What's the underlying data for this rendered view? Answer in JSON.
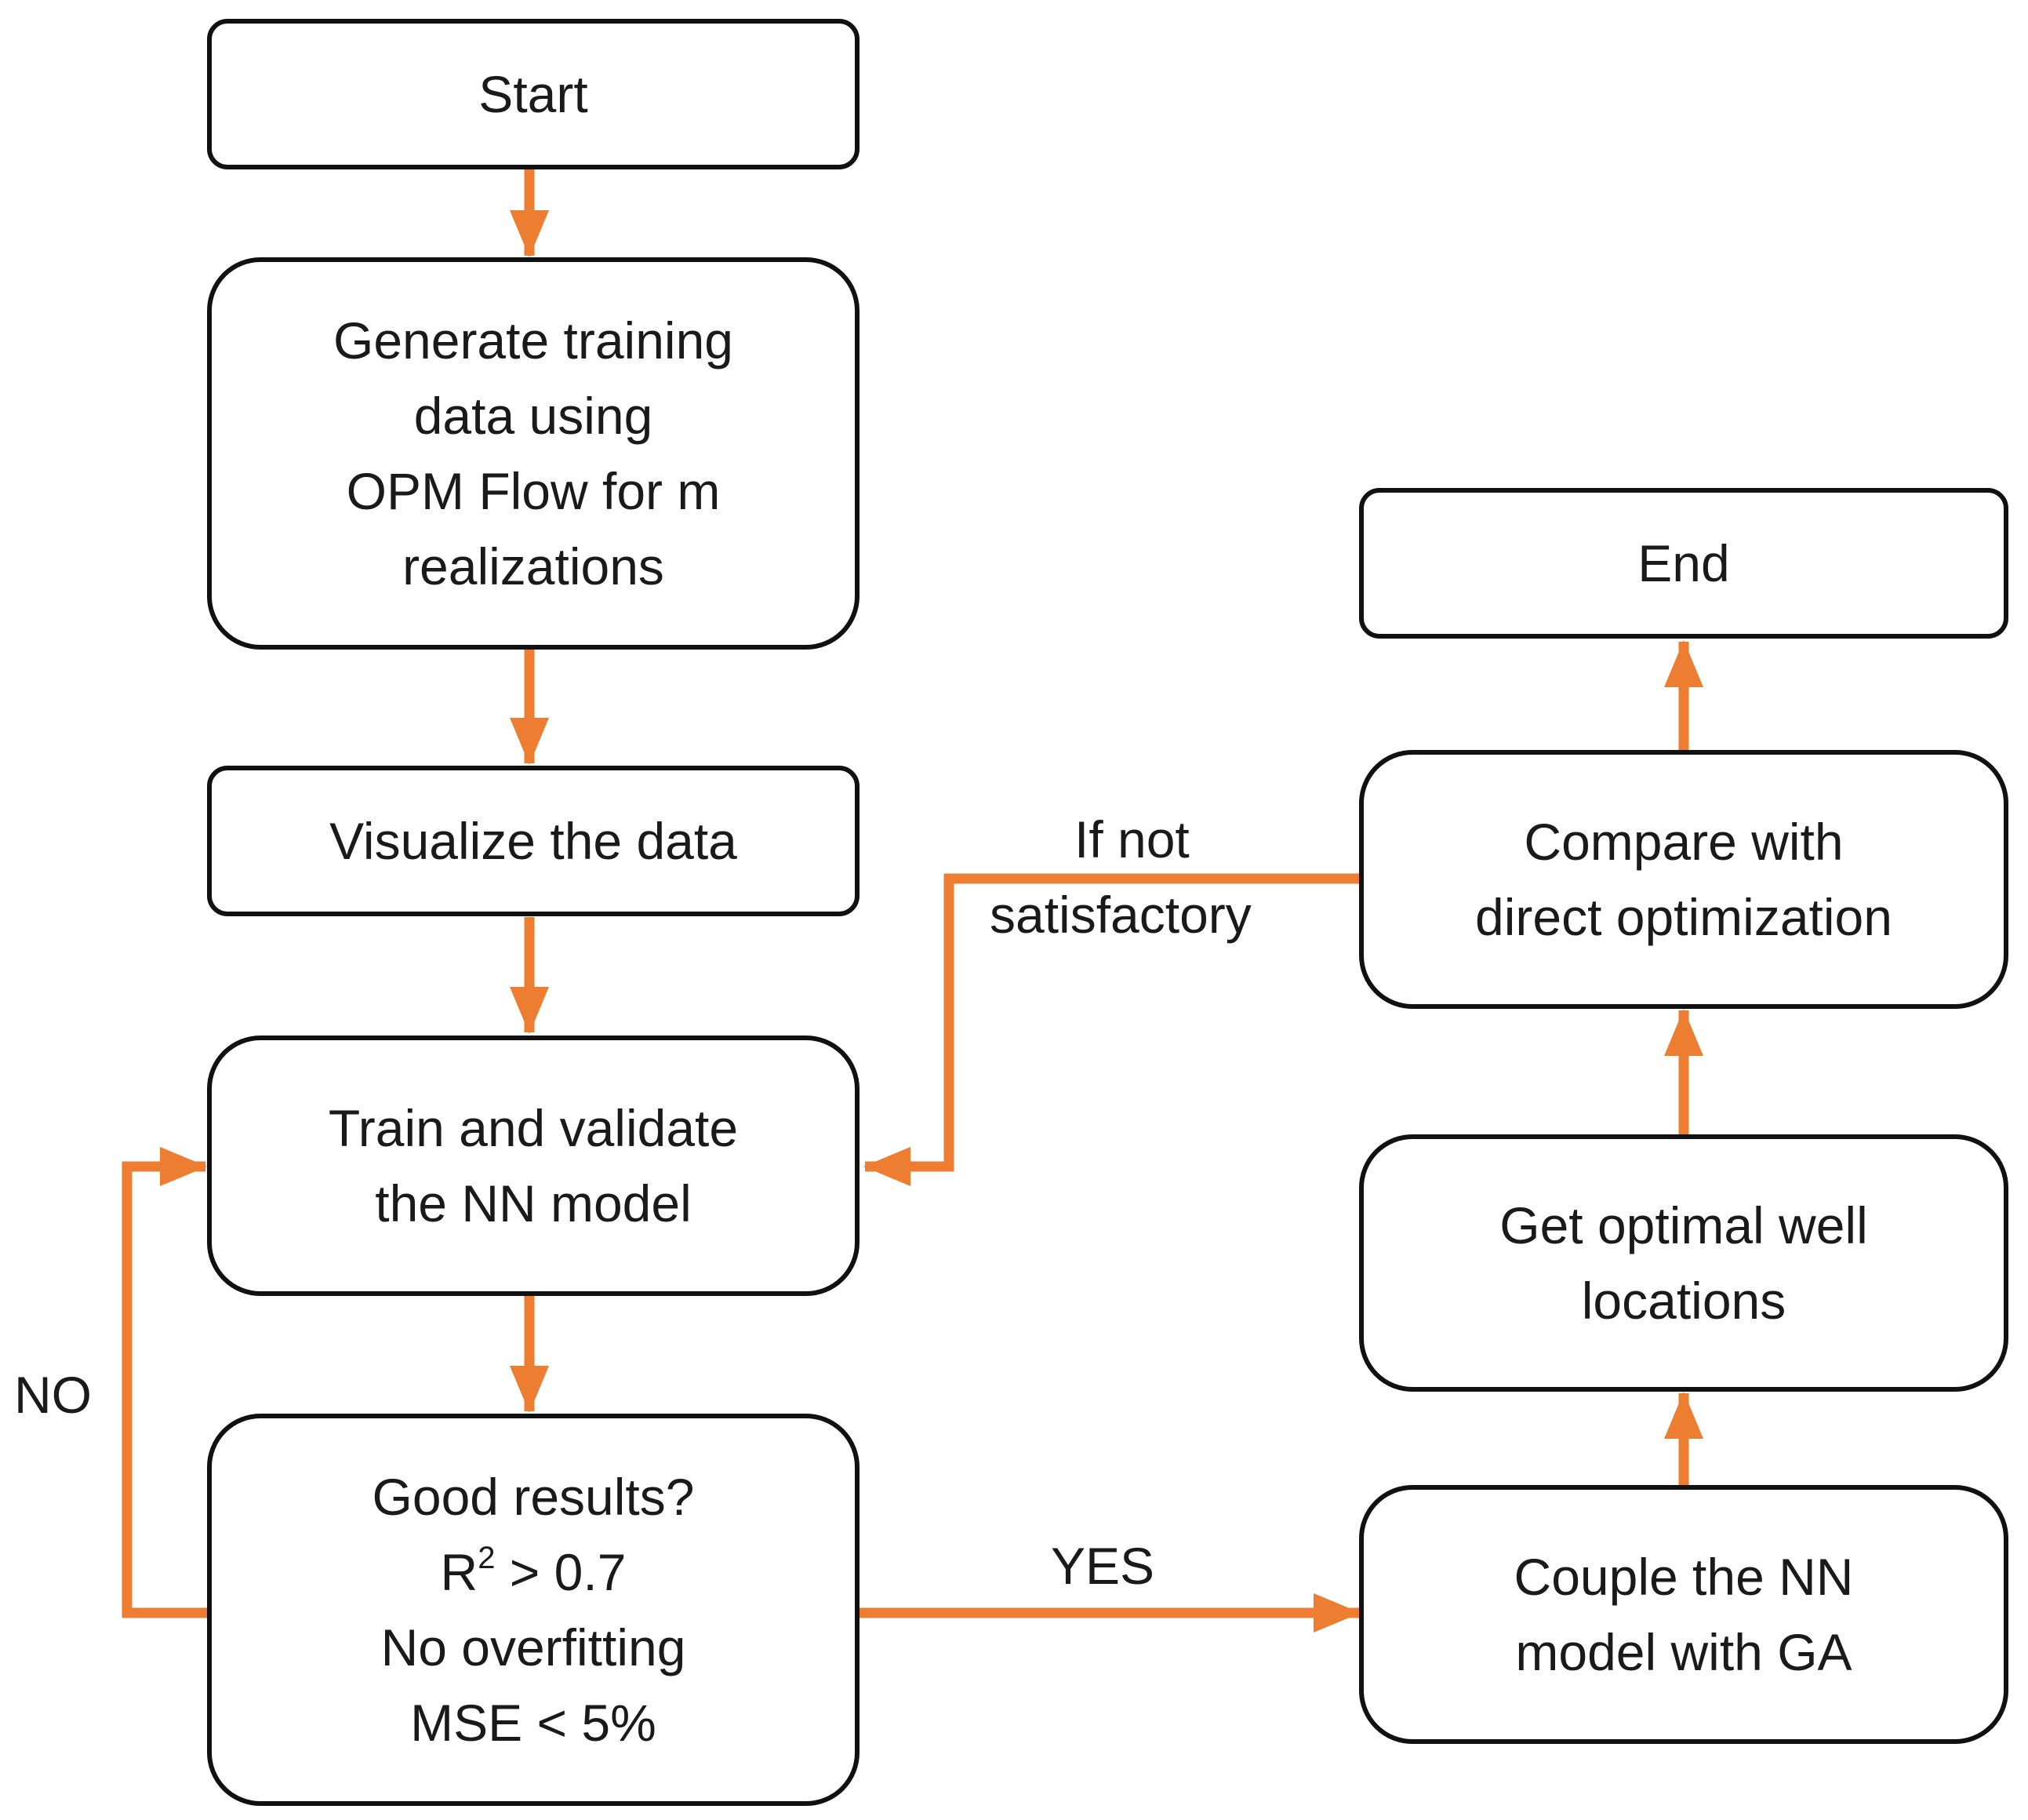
{
  "nodes": {
    "start": {
      "lines": [
        "Start"
      ]
    },
    "generate": {
      "lines": [
        "Generate training",
        "data using",
        "OPM Flow for m",
        "realizations"
      ]
    },
    "visualize": {
      "lines": [
        "Visualize the data"
      ]
    },
    "train": {
      "lines": [
        "Train and validate",
        "the NN model"
      ]
    },
    "good_results": {
      "line1": "Good results?",
      "line2_prefix": "R",
      "line2_sup": "2",
      "line2_suffix": " > 0.7",
      "line3": "No overfitting",
      "line4": "MSE < 5%"
    },
    "couple": {
      "lines": [
        "Couple the NN",
        "model with GA"
      ]
    },
    "get_optimal": {
      "lines": [
        "Get optimal well",
        "locations"
      ]
    },
    "compare": {
      "lines": [
        "Compare with",
        "direct optimization"
      ]
    },
    "end": {
      "lines": [
        "End"
      ]
    }
  },
  "edge_labels": {
    "no": "NO",
    "yes": "YES",
    "if_not_line1": "If not",
    "if_not_line2": "satisfactory"
  },
  "colors": {
    "arrow": "#ED7D31",
    "box_border": "#111111",
    "text": "#1a1a1a",
    "background": "#ffffff"
  }
}
